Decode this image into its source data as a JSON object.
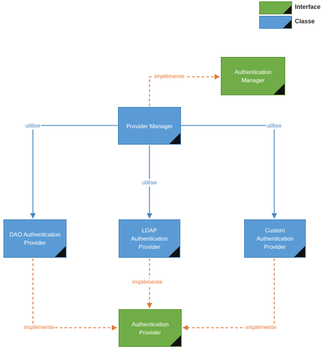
{
  "legend": {
    "interface": {
      "label": "Interface",
      "color": "#70ad47"
    },
    "class": {
      "label": "Classe",
      "color": "#5b9bd5"
    }
  },
  "nodes": {
    "authentication_manager": {
      "label": "Authentication\nManager",
      "kind": "interface"
    },
    "provider_manager": {
      "label": "Provider Manager",
      "kind": "class"
    },
    "dao_provider": {
      "label": "DAO Authentication\nProvider",
      "kind": "class"
    },
    "ldap_provider": {
      "label": "LDAP\nAuthentication\nProvider",
      "kind": "class"
    },
    "custom_provider": {
      "label": "Custom\nAuthentication\nProvider",
      "kind": "class"
    },
    "authentication_provider": {
      "label": "Authentication\nProvider",
      "kind": "interface"
    }
  },
  "edges": {
    "pm_implements_am": {
      "label": "implémente",
      "type": "implements"
    },
    "pm_uses_dao": {
      "label": "utilise",
      "type": "uses"
    },
    "pm_uses_ldap": {
      "label": "utilise",
      "type": "uses"
    },
    "pm_uses_custom": {
      "label": "utilise",
      "type": "uses"
    },
    "ldap_implements_ap": {
      "label": "implémente",
      "type": "implements"
    },
    "dao_implements_ap": {
      "label": "implémente",
      "type": "implements"
    },
    "custom_implements_ap": {
      "label": "implémente",
      "type": "implements"
    }
  },
  "colors": {
    "uses": "#4a86c0",
    "implements": "#e07b39"
  }
}
